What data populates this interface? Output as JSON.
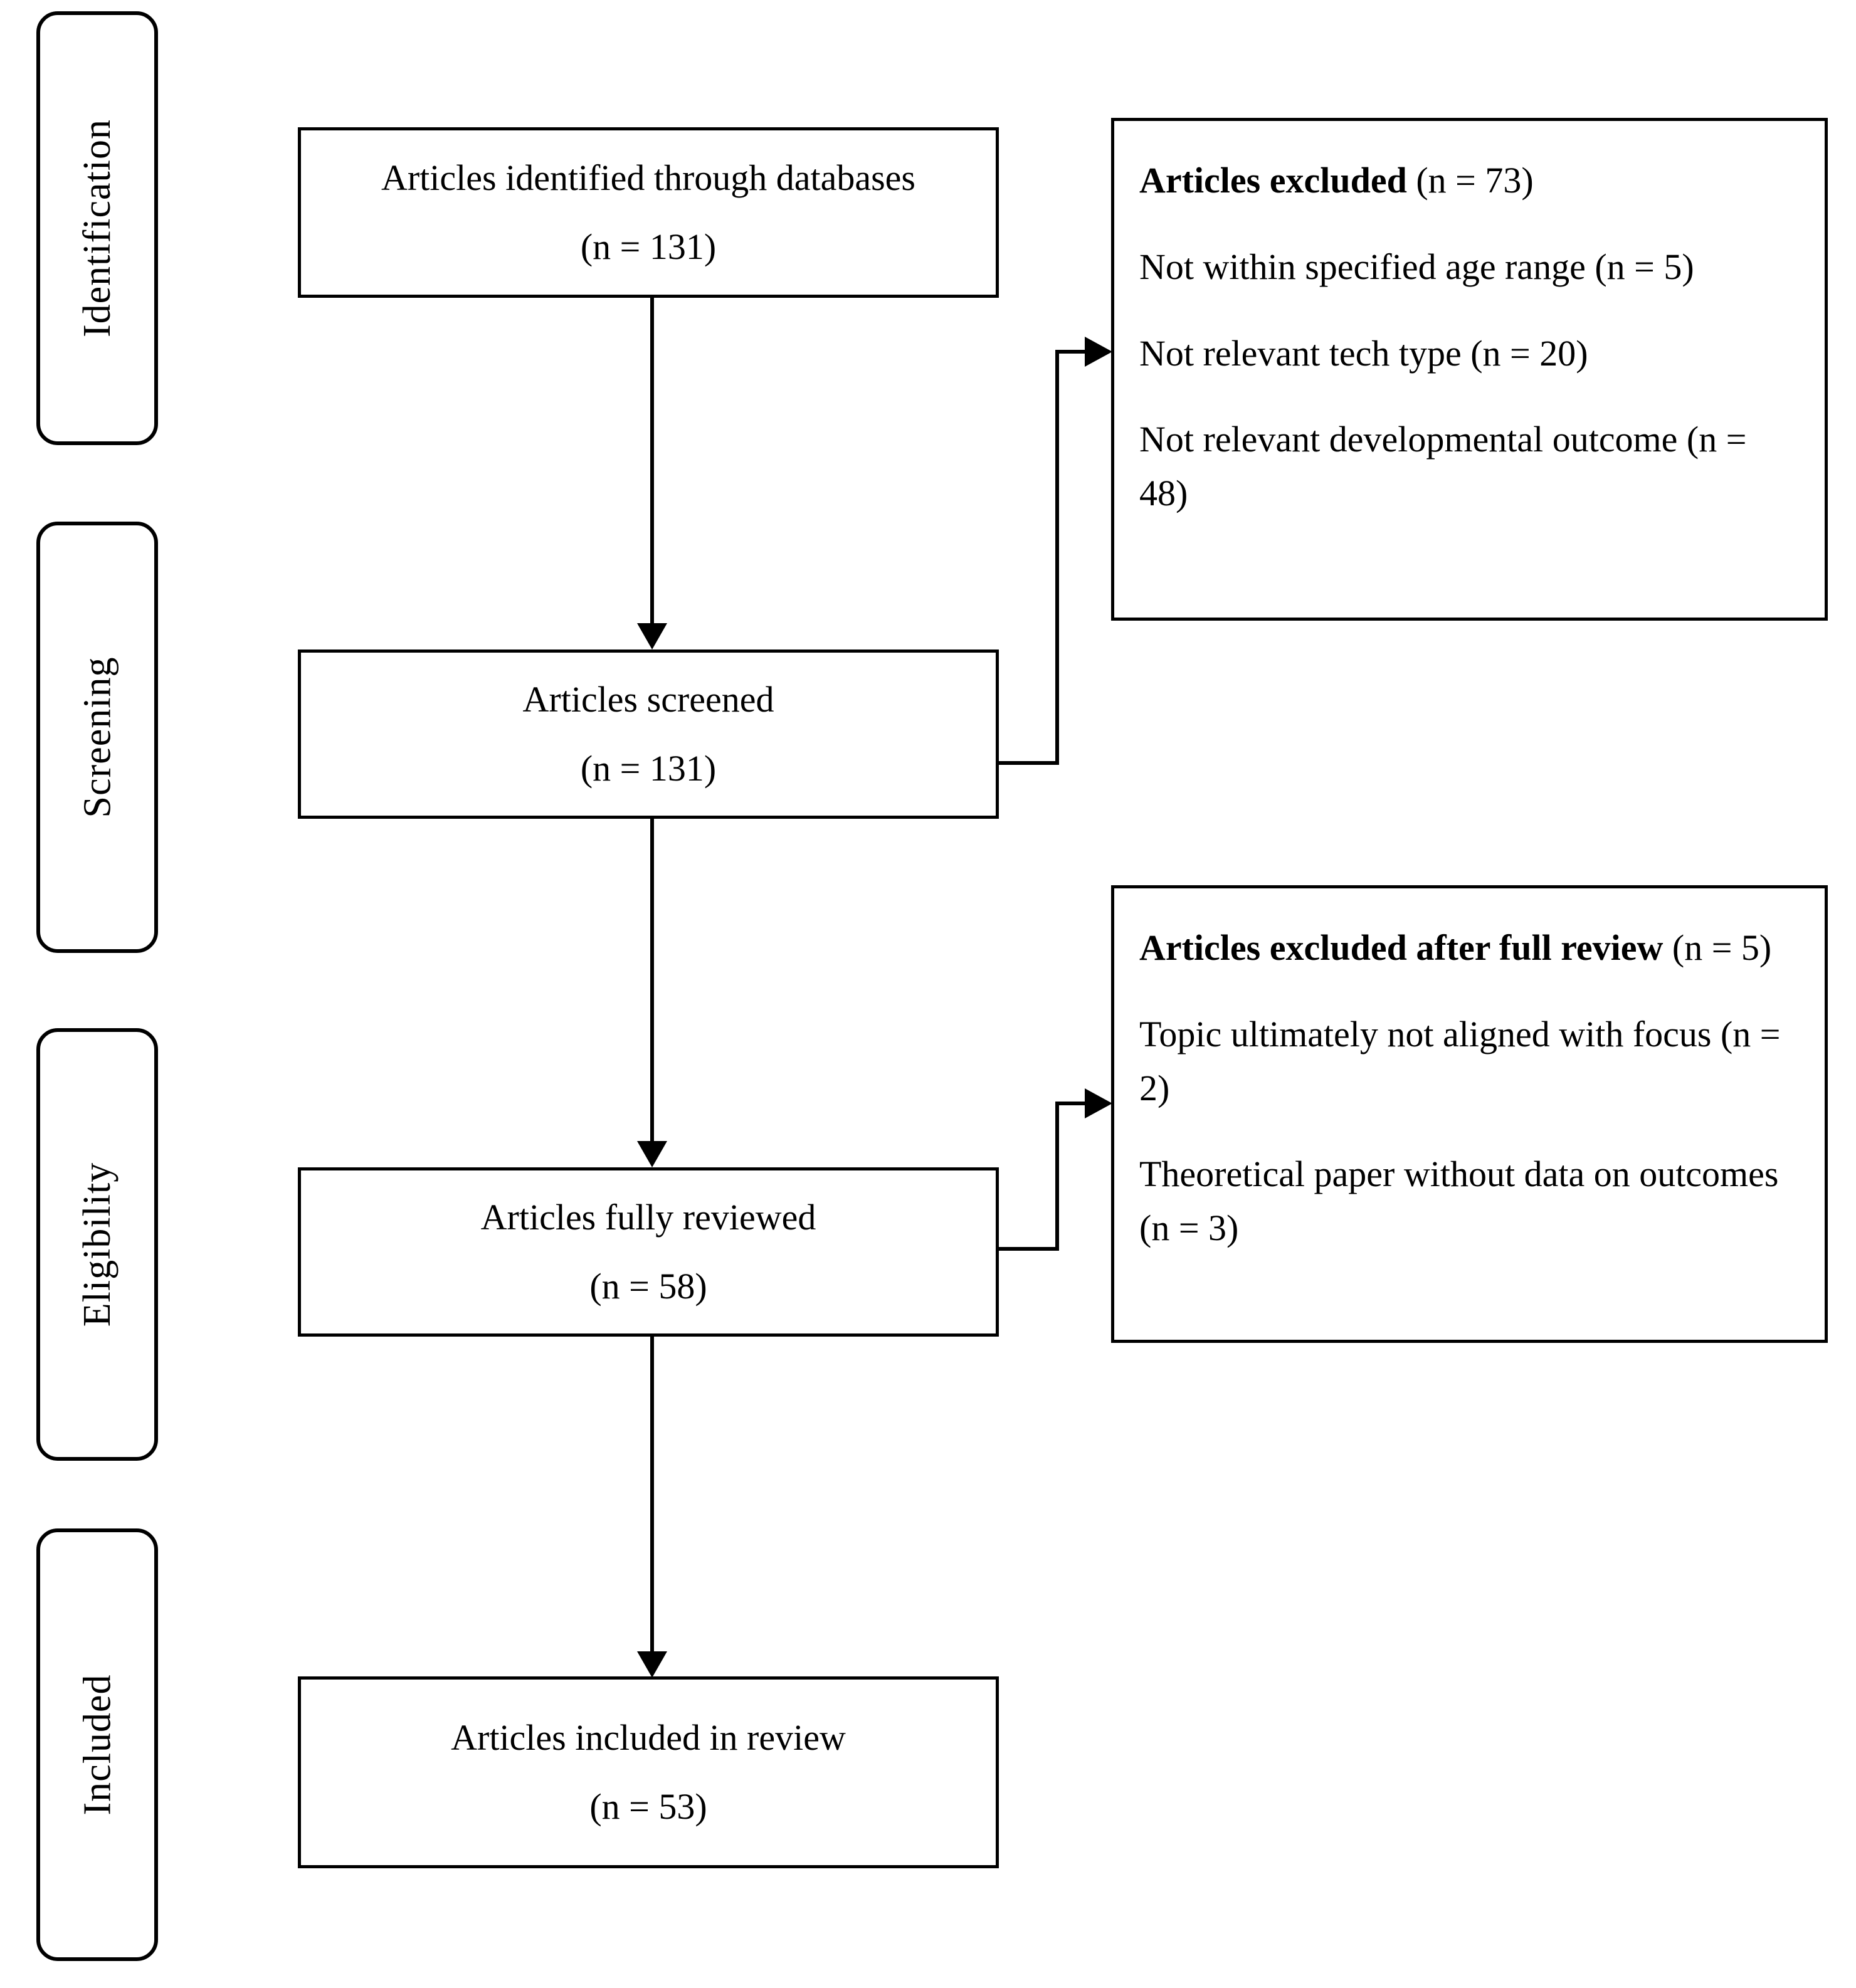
{
  "diagram": {
    "type": "prisma-flow-diagram",
    "stages": [
      {
        "id": "identification",
        "label": "Identification"
      },
      {
        "id": "screening",
        "label": "Screening"
      },
      {
        "id": "eligibility",
        "label": "Eligibility"
      },
      {
        "id": "included",
        "label": "Included"
      }
    ],
    "flow_boxes": [
      {
        "id": "identified",
        "line1": "Articles identified through databases",
        "line2": "(n = 131)",
        "n": 131
      },
      {
        "id": "screened",
        "line1": "Articles screened",
        "line2": "(n = 131)",
        "n": 131
      },
      {
        "id": "fully-reviewed",
        "line1": "Articles fully reviewed",
        "line2": "(n = 58)",
        "n": 58
      },
      {
        "id": "included-in-review",
        "line1": "Articles included in review",
        "line2": "(n = 53)",
        "n": 53
      }
    ],
    "exclusion_boxes": [
      {
        "id": "excluded-screening",
        "heading": "Articles excluded",
        "heading_count": " (n = 73)",
        "n": 73,
        "reasons": [
          {
            "text": "Not within specified age range (n = 5)",
            "n": 5
          },
          {
            "text": "Not relevant tech type (n = 20)",
            "n": 20
          },
          {
            "text": "Not relevant developmental outcome (n = 48)",
            "n": 48
          }
        ]
      },
      {
        "id": "excluded-full-review",
        "heading": "Articles excluded after full review",
        "heading_count": "(n = 5)",
        "n": 5,
        "reasons": [
          {
            "text": "Topic ultimately not aligned with focus (n = 2)",
            "n": 2
          },
          {
            "text": "Theoretical paper without data on outcomes (n = 3)",
            "n": 3
          }
        ]
      }
    ],
    "colors": {
      "stroke": "#000000",
      "background": "#ffffff",
      "text": "#000000"
    }
  }
}
